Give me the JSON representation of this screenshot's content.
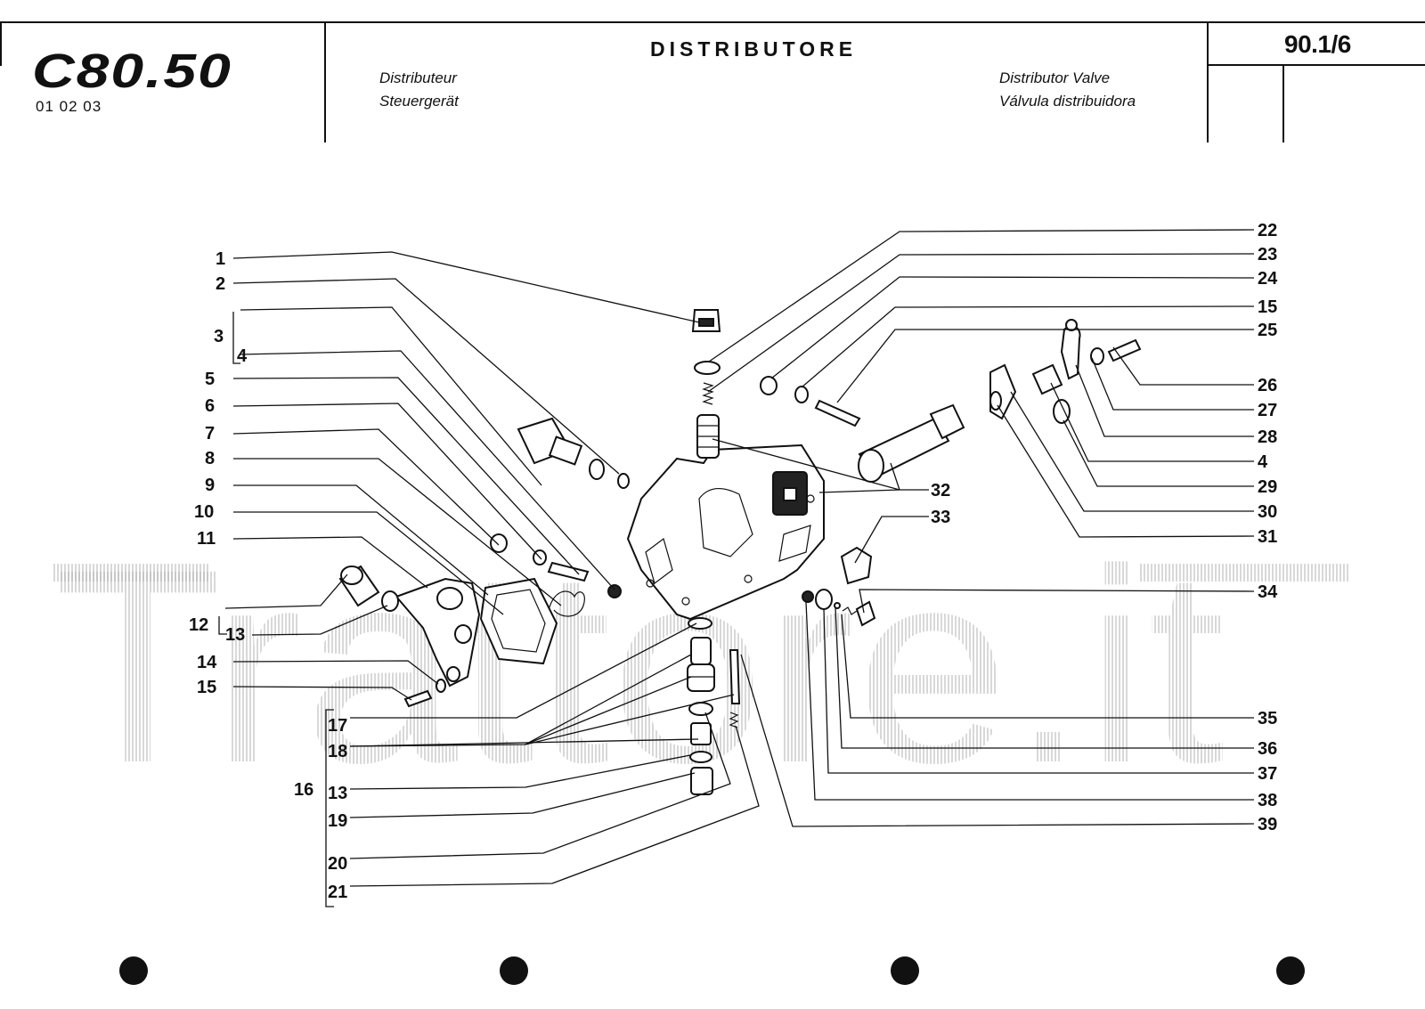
{
  "header": {
    "model": "C80.50",
    "model_codes": "01 02 03",
    "title_it": "DISTRIBUTORE",
    "title_fr": "Distributeur",
    "title_de": "Steuergerät",
    "title_en": "Distributor Valve",
    "title_es": "Válvula distribuidora",
    "page_number": "90.1/6"
  },
  "watermark": "Trattore.it",
  "callouts": {
    "c1": "1",
    "c2": "2",
    "c3": "3",
    "c4a": "4",
    "c5": "5",
    "c6": "6",
    "c7": "7",
    "c8": "8",
    "c9": "9",
    "c10": "10",
    "c11": "11",
    "c12": "12",
    "c13a": "13",
    "c14": "14",
    "c15a": "15",
    "c16": "16",
    "c17": "17",
    "c18": "18",
    "c13b": "13",
    "c19": "19",
    "c20": "20",
    "c21": "21",
    "c22": "22",
    "c23": "23",
    "c24": "24",
    "c15b": "15",
    "c25": "25",
    "c26": "26",
    "c27": "27",
    "c28": "28",
    "c4b": "4",
    "c29": "29",
    "c30": "30",
    "c31": "31",
    "c32": "32",
    "c33": "33",
    "c34": "34",
    "c35": "35",
    "c36": "36",
    "c37": "37",
    "c38": "38",
    "c39": "39"
  }
}
